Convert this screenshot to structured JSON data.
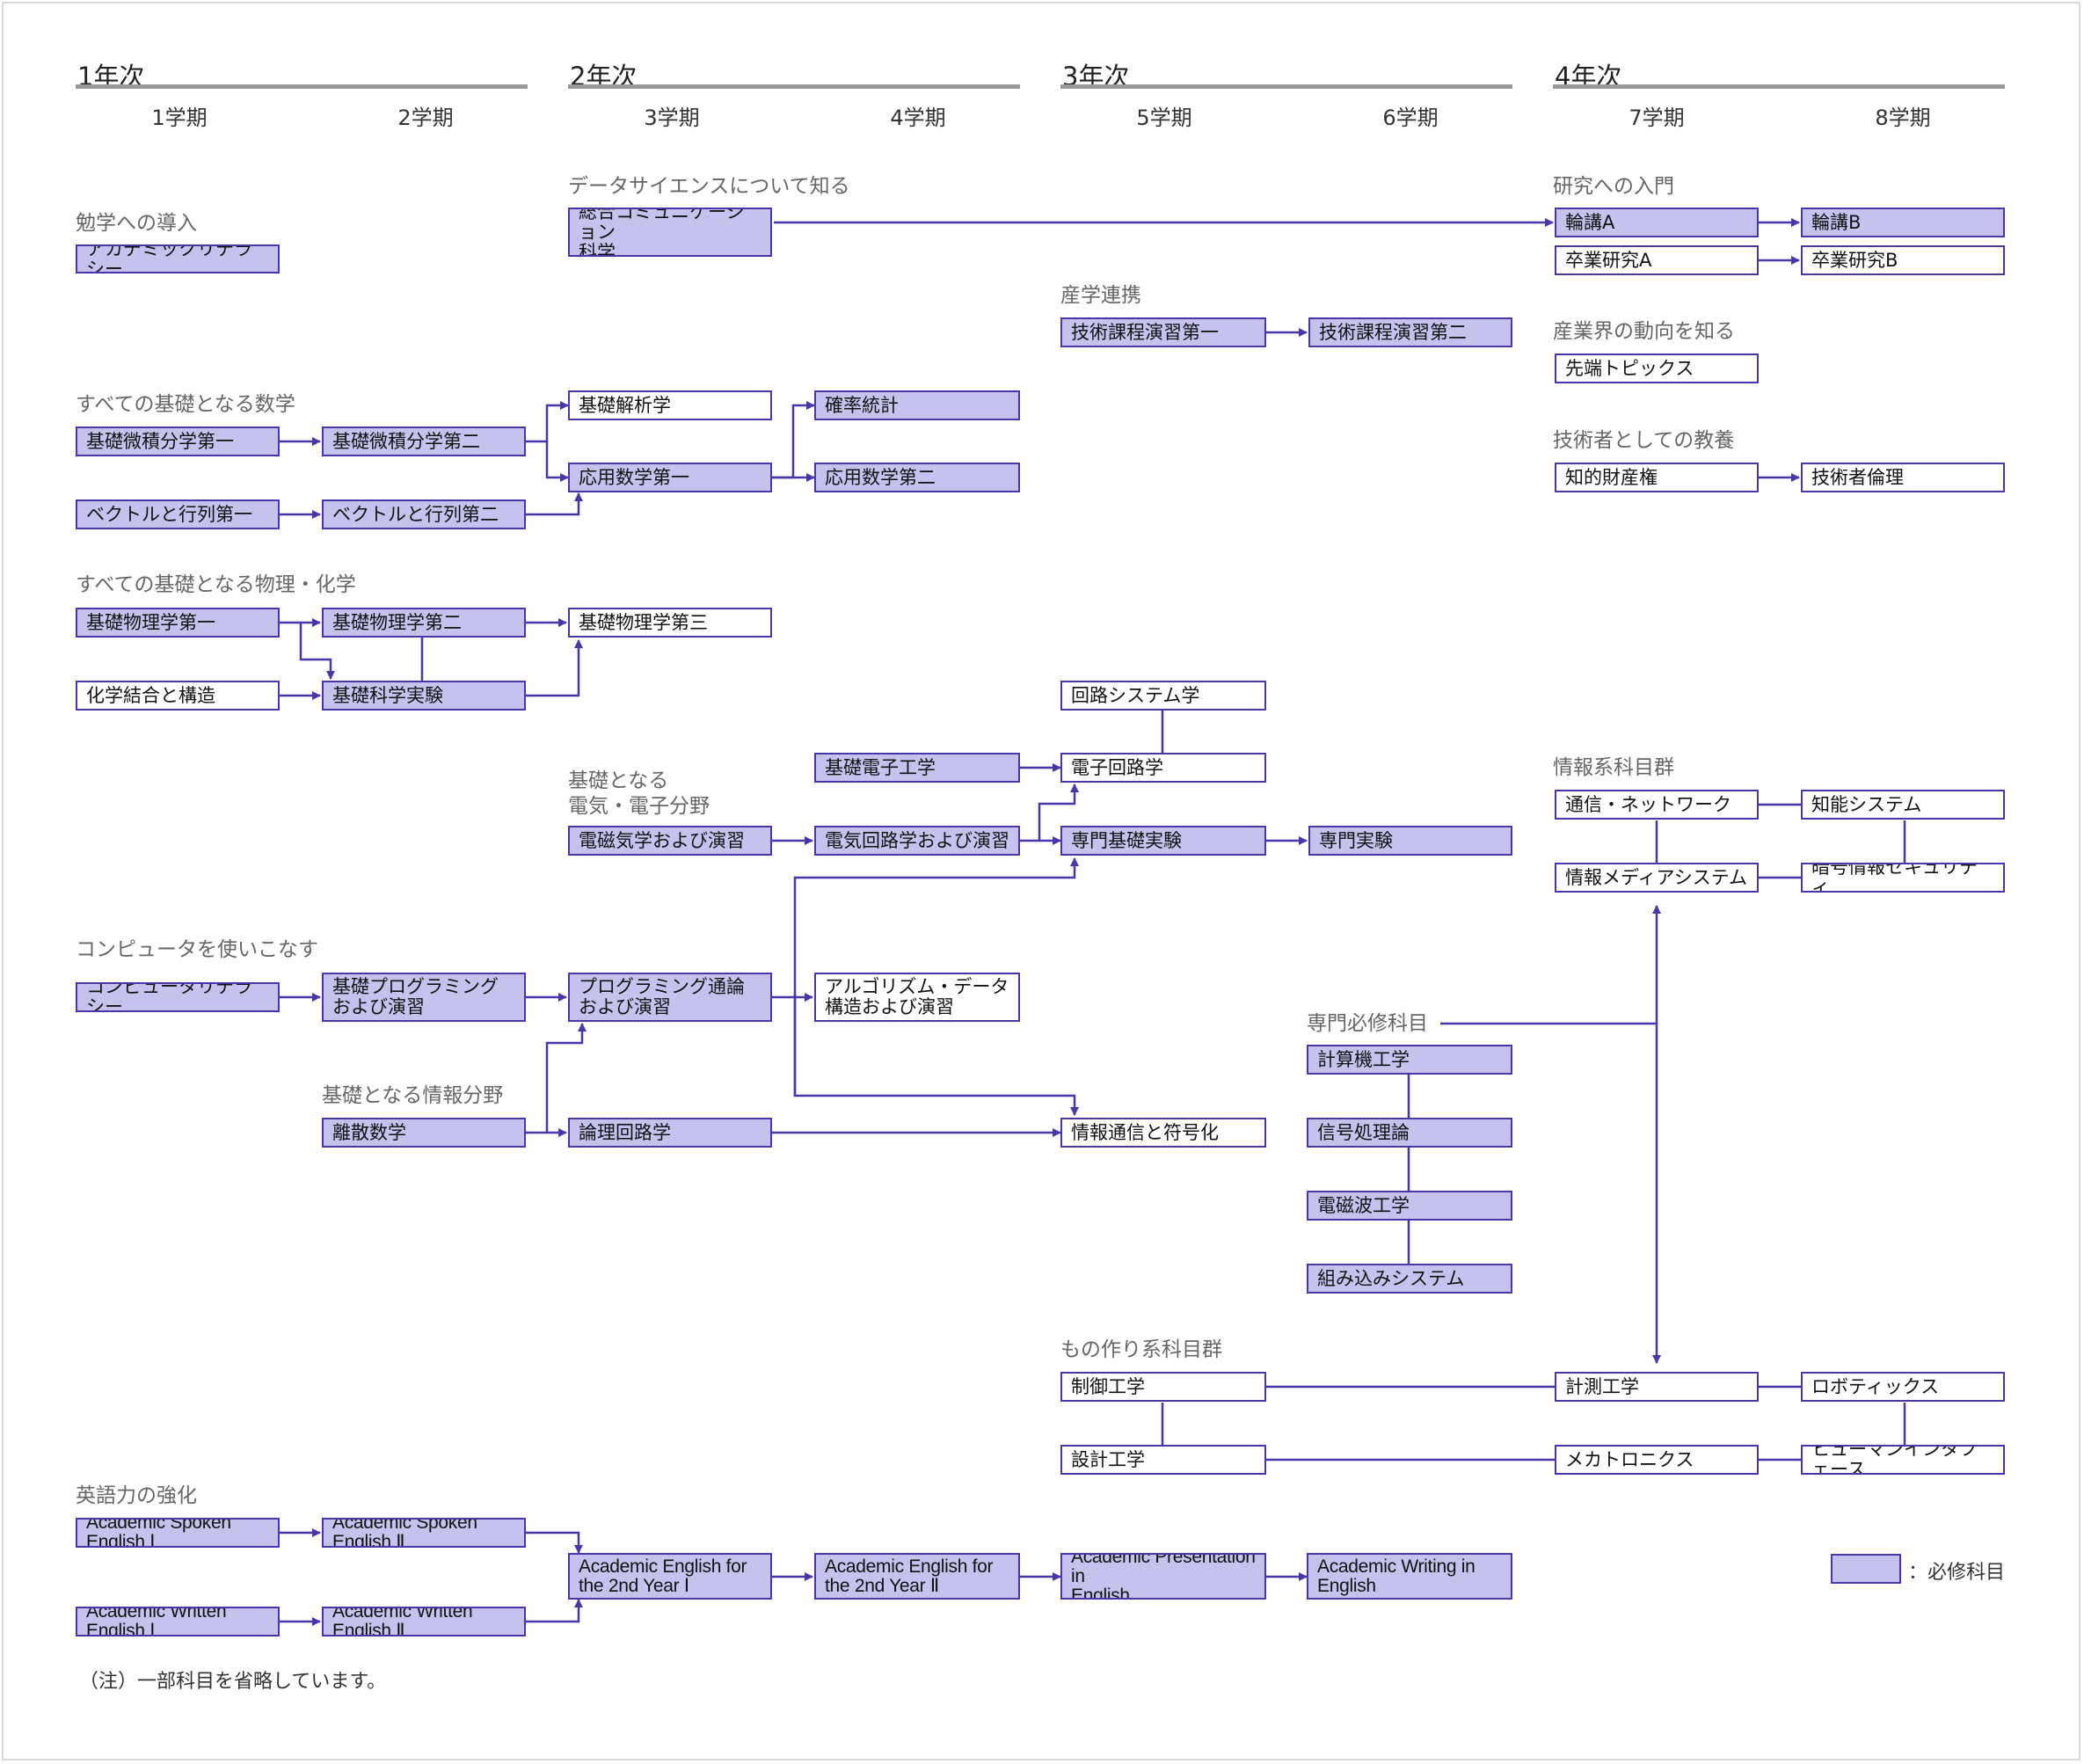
{
  "years": [
    "1年次",
    "2年次",
    "3年次",
    "4年次"
  ],
  "semesters": [
    "1学期",
    "2学期",
    "3学期",
    "4学期",
    "5学期",
    "6学期",
    "7学期",
    "8学期"
  ],
  "groups": {
    "intro": "勉学への導入",
    "data_science": "データサイエンスについて知る",
    "research": "研究への入門",
    "industry_collab": "産学連携",
    "industry_trends": "産業界の動向を知る",
    "engineer_culture": "技術者としての教養",
    "math": "すべての基礎となる数学",
    "phys_chem": "すべての基礎となる物理・化学",
    "electrical": "基礎となる\n電気・電子分野",
    "computer": "コンピュータを使いこなす",
    "info_basic": "基礎となる情報分野",
    "info_sys": "情報系科目群",
    "specialized": "専門必修科目",
    "manufacturing": "もの作り系科目群",
    "english": "英語力の強化"
  },
  "courses": {
    "academic_literacy": "アカデミックリテラシー",
    "comm_science": "総合コミュニケーション\n科学",
    "rinkou_a": "輪講A",
    "rinkou_b": "輪講B",
    "grad_a": "卒業研究A",
    "grad_b": "卒業研究B",
    "tech_ex1": "技術課程演習第一",
    "tech_ex2": "技術課程演習第二",
    "topics": "先端トピックス",
    "ip": "知的財産権",
    "ethics": "技術者倫理",
    "calc1": "基礎微積分学第一",
    "calc2": "基礎微積分学第二",
    "analysis": "基礎解析学",
    "prob_stat": "確率統計",
    "vec1": "ベクトルと行列第一",
    "vec2": "ベクトルと行列第二",
    "appmath1": "応用数学第一",
    "appmath2": "応用数学第二",
    "phys1": "基礎物理学第一",
    "phys2": "基礎物理学第二",
    "phys3": "基礎物理学第三",
    "chem": "化学結合と構造",
    "sci_exp": "基礎科学実験",
    "circuit_sys": "回路システム学",
    "elec_basic": "基礎電子工学",
    "electronic_circuits": "電子回路学",
    "em_ex": "電磁気学および演習",
    "circuit_ex": "電気回路学および演習",
    "spec_basic_exp": "専門基礎実験",
    "spec_exp": "専門実験",
    "comm_net": "通信・ネットワーク",
    "intel_sys": "知能システム",
    "info_media": "情報メディアシステム",
    "crypto": "暗号情報セキュリティ",
    "comp_literacy": "コンピュータリテラシー",
    "prog_basic": "基礎プログラミング\nおよび演習",
    "prog_theory": "プログラミング通論\nおよび演習",
    "algo": "アルゴリズム・データ\n構造および演習",
    "comp_eng": "計算機工学",
    "discrete": "離散数学",
    "logic": "論理回路学",
    "info_comm": "情報通信と符号化",
    "signal": "信号処理論",
    "emwave": "電磁波工学",
    "embedded": "組み込みシステム",
    "control": "制御工学",
    "measure": "計測工学",
    "robotics": "ロボティックス",
    "design": "設計工学",
    "mechatronics": "メカトロニクス",
    "hci": "ヒューマンインタフェース",
    "ase1": "Academic Spoken English Ⅰ",
    "ase2": "Academic Spoken English Ⅱ",
    "awe1": "Academic Written English Ⅰ",
    "awe2": "Academic Written English Ⅱ",
    "ae2_1": "Academic English for\nthe 2nd Year Ⅰ",
    "ae2_2": "Academic English for\nthe 2nd Year Ⅱ",
    "presentation": "Academic Presentation in\nEnglish",
    "writing": "Academic Writing in\nEnglish"
  },
  "legend": "：必修科目",
  "note": "（注）一部科目を省略しています。",
  "colors": {
    "line": "#4a36a8",
    "required_fill": "#c5c3ee",
    "year_rule": "#9a9a9a"
  }
}
